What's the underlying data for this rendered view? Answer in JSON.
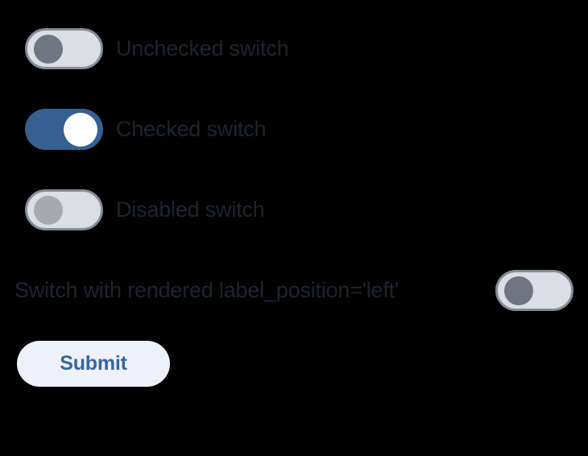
{
  "page": {
    "background_color": "#000000"
  },
  "colors": {
    "track_off": "#dcdee4",
    "track_border": "#868c96",
    "knob_off": "#6f7681",
    "knob_disabled": "#a6a9b0",
    "track_on": "#35608f",
    "knob_on": "#ffffff",
    "label_text": "#1d2430",
    "button_bg": "#eef0fa",
    "button_text": "#36679e"
  },
  "switches": [
    {
      "id": "unchecked-switch",
      "label": "Unchecked switch",
      "state": "off",
      "checked": false,
      "disabled": false,
      "label_position": "right"
    },
    {
      "id": "checked-switch",
      "label": "Checked switch",
      "state": "on",
      "checked": true,
      "disabled": false,
      "label_position": "right"
    },
    {
      "id": "disabled-switch",
      "label": "Disabled switch",
      "state": "off",
      "checked": false,
      "disabled": true,
      "label_position": "right"
    },
    {
      "id": "left-label-switch",
      "label": "Switch with rendered label_position='left'",
      "state": "off",
      "checked": false,
      "disabled": false,
      "label_position": "left"
    }
  ],
  "form": {
    "submit_label": "Submit"
  }
}
